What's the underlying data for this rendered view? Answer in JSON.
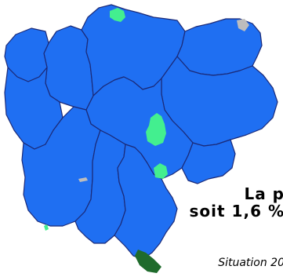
{
  "map": {
    "colors": {
      "base": "#1f6ff2",
      "border": "#1b2a78",
      "light_green": "#43ef8f",
      "dark_green": "#1f6b2c",
      "grey": "#bdbdbd"
    }
  },
  "text": {
    "headline_line1": "La p",
    "headline_line2": "soit 1,6 %",
    "caption": "Situation 20"
  }
}
